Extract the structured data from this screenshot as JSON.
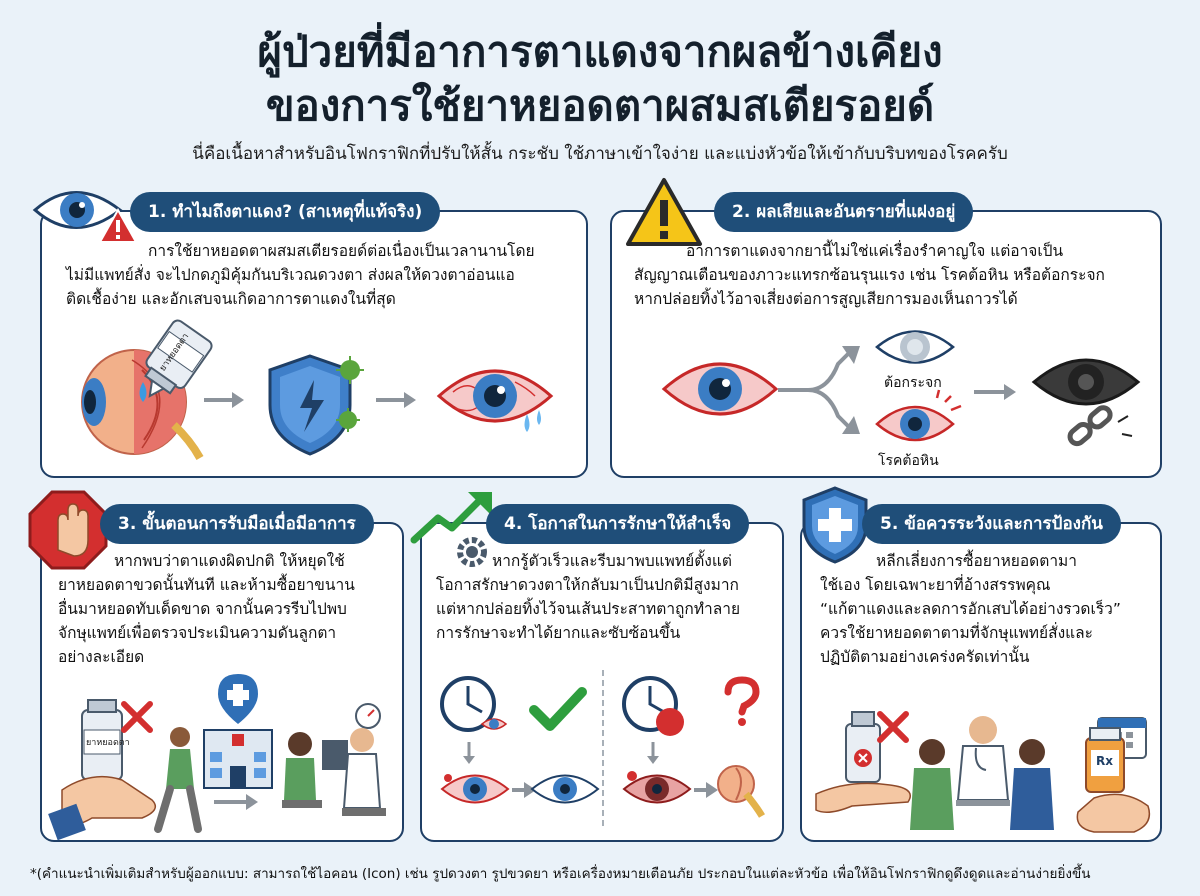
{
  "header": {
    "title_line1": "ผู้ป่วยที่มีอาการตาแดงจากผลข้างเคียง",
    "title_line2": "ของการใช้ยาหยอดตาผสมสเตียรอยด์",
    "subtitle": "นี่คือเนื้อหาสำหรับอินโฟกราฟิกที่ปรับให้สั้น กระชับ ใช้ภาษาเข้าใจง่าย และแบ่งหัวข้อให้เข้ากับบริบทของโรคครับ"
  },
  "sections": [
    {
      "heading": "1. ทำไมถึงตาแดง? (สาเหตุที่แท้จริง)",
      "lines": [
        "การใช้ยาหยอดตาผสมสเตียรอยด์ต่อเนื่องเป็นเวลานานโดย",
        "ไม่มีแพทย์สั่ง จะไปกดภูมิคุ้มกันบริเวณดวงตา ส่งผลให้ดวงตาอ่อนแอ",
        "ติดเชื้อง่าย และอักเสบจนเกิดอาการตาแดงในที่สุด"
      ],
      "bottle_label": "ยาหยอดตา"
    },
    {
      "heading": "2. ผลเสียและอันตรายที่แฝงอยู่",
      "lines": [
        "อาการตาแดงจากยานี้ไม่ใช่แค่เรื่องรำคาญใจ แต่อาจเป็น",
        "สัญญาณเตือนของภาวะแทรกซ้อนรุนแรง เช่น โรคต้อหิน หรือต้อกระจก",
        "หากปล่อยทิ้งไว้อาจเสี่ยงต่อการสูญเสียการมองเห็นถาวรได้"
      ],
      "label_cataract": "ต้อกระจก",
      "label_glaucoma": "โรคต้อหิน"
    },
    {
      "heading": "3. ขั้นตอนการรับมือเมื่อมีอาการ",
      "lines": [
        "หากพบว่าตาแดงผิดปกติ ให้หยุดใช้",
        "ยาหยอดตาขวดนั้นทันที และห้ามซื้อยาขนาน",
        "อื่นมาหยอดทับเด็ดขาด จากนั้นควรรีบไปพบ",
        "จักษุแพทย์เพื่อตรวจประเมินความดันลูกตา",
        "อย่างละเอียด"
      ],
      "bottle_label": "ยาหยอดตา"
    },
    {
      "heading": "4. โอกาสในการรักษาให้สำเร็จ",
      "lines": [
        "หากรู้ตัวเร็วและรีบมาพบแพทย์ตั้งแต่",
        "โอกาสรักษาดวงตาให้กลับมาเป็นปกติมีสูงมาก",
        "แต่หากปล่อยทิ้งไว้จนเส้นประสาทตาถูกทำลาย",
        "การรักษาจะทำได้ยากและซับซ้อนขึ้น"
      ]
    },
    {
      "heading": "5. ข้อควรระวังและการป้องกัน",
      "lines": [
        "หลีกเลี่ยงการซื้อยาหยอดตามา",
        "ใช้เอง โดยเฉพาะยาที่อ้างสรรพคุณ",
        "“แก้ตาแดงและลดการอักเสบได้อย่างรวดเร็ว”",
        "ควรใช้ยาหยอดตาตามที่จักษุแพทย์สั่งและ",
        "ปฏิบัติตามอย่างเคร่งครัดเท่านั้น"
      ],
      "rx_label": "Rx"
    }
  ],
  "footnote": "*(คำแนะนำเพิ่มเติมสำหรับผู้ออกแบบ: สามารถใช้ไอคอน (Icon) เช่น รูปดวงตา รูปขวดยา หรือเครื่องหมายเตือนภัย ประกอบในแต่ละหัวข้อ เพื่อให้อินโฟกราฟิกดูดึงดูดและอ่านง่ายยิ่งขึ้น",
  "colors": {
    "navy": "#1f4e79",
    "border": "#1f3f66",
    "red": "#d32f2f",
    "green": "#2e9e3e",
    "warning_yellow": "#f5c518",
    "background": "#eaf2f9"
  },
  "icons": [
    "eye-warning-icon",
    "warning-triangle-icon",
    "stop-hand-icon",
    "growth-arrow-icon",
    "gear-icon",
    "shield-cross-icon",
    "check-icon",
    "question-icon",
    "x-mark-icon",
    "clock-icon",
    "hospital-icon",
    "calendar-icon",
    "broken-chain-icon"
  ]
}
